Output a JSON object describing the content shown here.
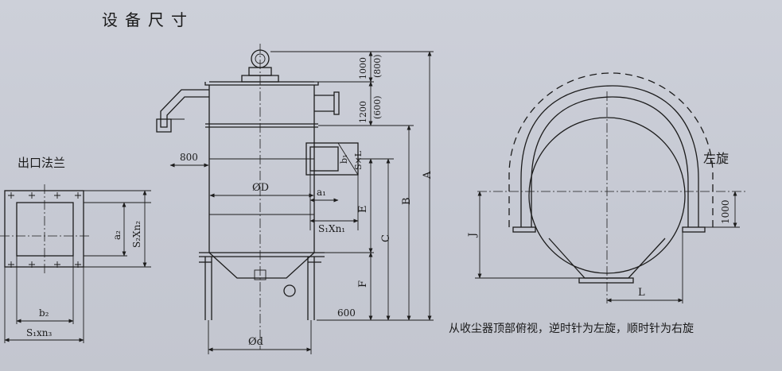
{
  "title": "设备尺寸",
  "outlet_flange": {
    "title": "出口法兰",
    "a2": "a₂",
    "s2xn2": "S₂Xn₂",
    "b2": "b₂",
    "s1xn3": "S₁xn₃"
  },
  "main_view": {
    "dim_1000": "1000",
    "dim_800_paren": "(800)",
    "dim_1200": "1200",
    "dim_600_paren": "(600)",
    "dim_800": "800",
    "dia_D": "ØD",
    "dia_d": "Ød",
    "dim_600": "600",
    "b1": "b₁",
    "sxl": "S×L",
    "a1": "a₁",
    "s1xn1": "S₁Xn₁",
    "dim_E": "E",
    "dim_C": "C",
    "dim_F": "F",
    "dim_B": "B",
    "dim_A": "A"
  },
  "top_view": {
    "rotation": "左旋",
    "dim_1000": "1000",
    "dim_J": "J",
    "dim_L": "L",
    "note": "从收尘器顶部俯视，逆时针为左旋，顺时针为右旋"
  }
}
